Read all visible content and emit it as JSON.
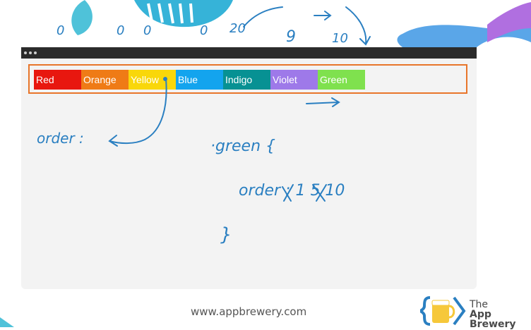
{
  "browser": {
    "flex_items": [
      {
        "label": "Red",
        "color": "#e8170f"
      },
      {
        "label": "Orange",
        "color": "#ef7b16"
      },
      {
        "label": "Yellow",
        "color": "#f9d70a"
      },
      {
        "label": "Blue",
        "color": "#13a4ee"
      },
      {
        "label": "Indigo",
        "color": "#079193"
      },
      {
        "label": "Violet",
        "color": "#9e79e9"
      },
      {
        "label": "Green",
        "color": "#7fe14e"
      }
    ],
    "outline_color": "#e8752a"
  },
  "annotations": {
    "top_numbers": [
      "0",
      "0",
      "0",
      "0",
      "20",
      "9",
      "10"
    ],
    "order_label": "order :",
    "selector": "·green {",
    "declaration": "order : 1 5 10",
    "closing_brace": "}"
  },
  "footer": {
    "url": "www.appbrewery.com",
    "brand_line1": "The",
    "brand_line2": "App Brewery"
  }
}
